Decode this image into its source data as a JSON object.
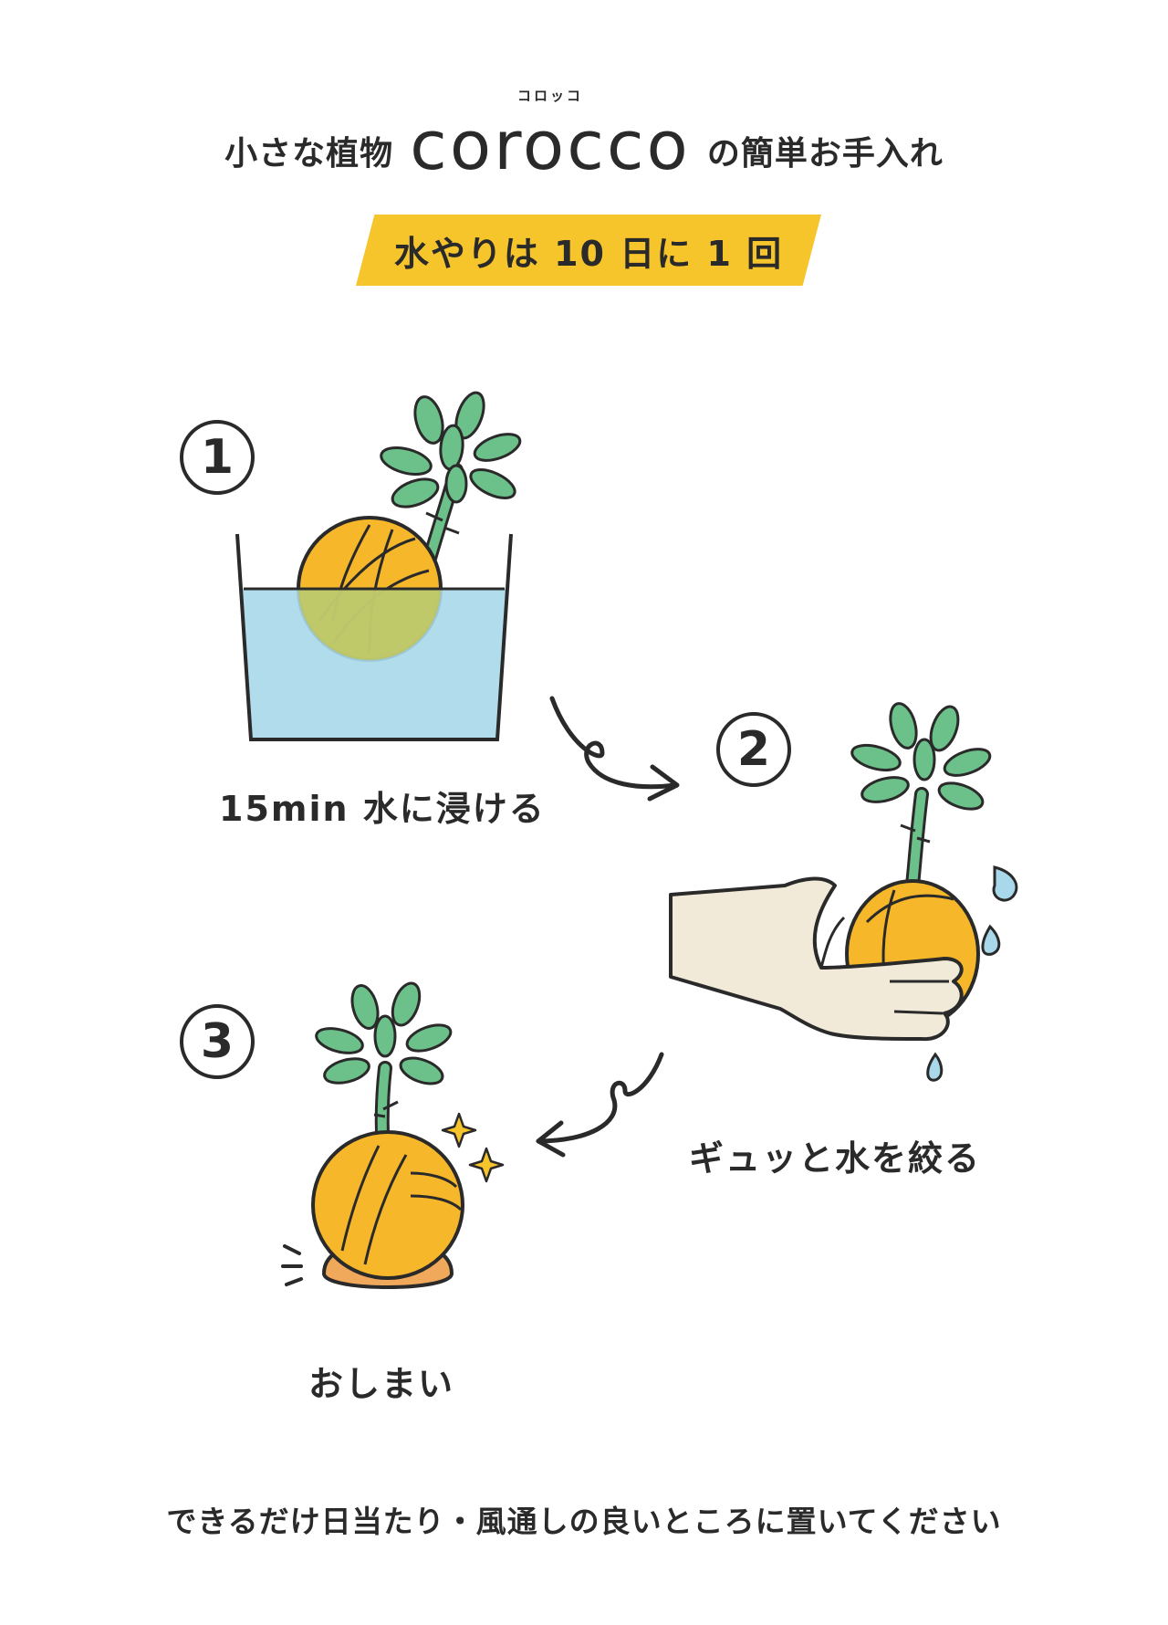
{
  "title": {
    "prefix": "小さな植物",
    "brand": "corocco",
    "ruby": "コロッコ",
    "suffix": "の簡単お手入れ"
  },
  "banner": {
    "text": "水やりは 10 日に 1 回"
  },
  "steps": [
    {
      "number": "1",
      "caption": "15min 水に浸ける"
    },
    {
      "number": "2",
      "caption": "ギュッと水を絞る"
    },
    {
      "number": "3",
      "caption": "おしまい"
    }
  ],
  "footer": {
    "text": "できるだけ日当たり・風通しの良いところに置いてください"
  },
  "icons": {
    "plant": "succulent-plant-icon",
    "water_container": "water-bowl-icon",
    "hand": "squeezing-hand-icon",
    "droplet": "water-drop-icon",
    "sparkle": "sparkle-icon",
    "arrow": "curved-arrow-icon",
    "saucer": "saucer-icon"
  },
  "colors": {
    "ball_yellow": "#f6b82a",
    "water_blue": "#a9d8ea",
    "leaf_green": "#6cc08a",
    "banner_yellow": "#f6c42b",
    "saucer_orange": "#f0a85a",
    "hand_beige": "#f2ead8",
    "ink": "#2a2a2a"
  }
}
